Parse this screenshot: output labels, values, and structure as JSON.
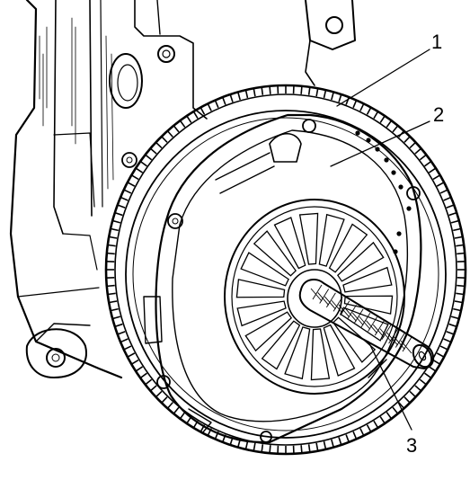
{
  "colors": {
    "ink": "#000000",
    "background": "#ffffff"
  },
  "illustration": {
    "subject": "clutch-flywheel-assembly"
  },
  "callouts": [
    {
      "id": "1",
      "label": "1"
    },
    {
      "id": "2",
      "label": "2"
    },
    {
      "id": "3",
      "label": "3"
    }
  ]
}
